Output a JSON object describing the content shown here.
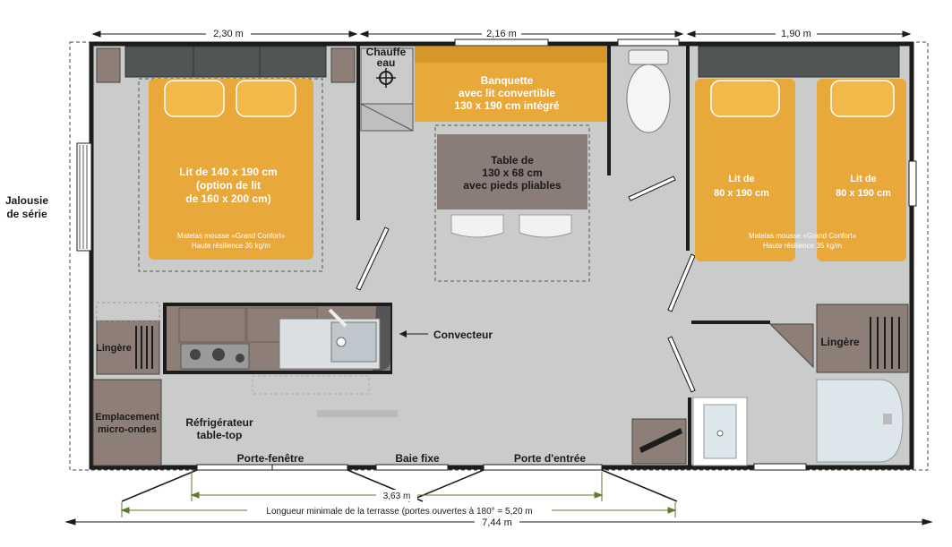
{
  "dimensions": {
    "width_left": "2,30 m",
    "width_middle": "2,16 m",
    "width_right": "1,90 m",
    "front_opening": "3,63 m",
    "terrace_note": "Longueur minimale de la terrasse (portes ouvertes à 180° = 5,20 m",
    "total_length": "7,44 m"
  },
  "labels": {
    "jalousie_line1": "Jalousie",
    "jalousie_line2": "de série",
    "chauffe_line1": "Chauffe",
    "chauffe_line2": "eau",
    "banquette_line1": "Banquette",
    "banquette_line2": "avec lit convertible",
    "banquette_line3": "130 x 190 cm intégré",
    "table_line1": "Table de",
    "table_line2": "130 x 68 cm",
    "table_line3": "avec pieds pliables",
    "bed_main_line1": "Lit de 140 x 190 cm",
    "bed_main_line2": "(option de lit",
    "bed_main_line3": "de 160 x 200 cm)",
    "mattress_left_line1": "Matelas mousse «Grand Confort»",
    "mattress_left_line2": "Haute résilience 35 kg/m",
    "bed_twin1_line1": "Lit de",
    "bed_twin1_line2": "80 x 190 cm",
    "bed_twin2_line1": "Lit de",
    "bed_twin2_line2": "80 x 190 cm",
    "mattress_right_line1": "Matelas mousse «Grand Confort»",
    "mattress_right_line2": "Haute résilience 35 kg/m",
    "convecteur": "Convecteur",
    "lingere_left": "Lingère",
    "lingere_right": "Lingère",
    "microwave_line1": "Emplacement",
    "microwave_line2": "micro-ondes",
    "fridge_line1": "Réfrigérateur",
    "fridge_line2": "table-top",
    "porte_fenetre": "Porte-fenêtre",
    "baie_fixe": "Baie fixe",
    "porte_entree": "Porte d'entrée"
  },
  "colors": {
    "floor": "#c9ccca",
    "wall": "#1c1c1c",
    "bed": "#e8a83a",
    "furniture_dark": "#8e7e78",
    "headboard": "#525555",
    "table": "#8a7d79",
    "water": "#dde6ea"
  }
}
